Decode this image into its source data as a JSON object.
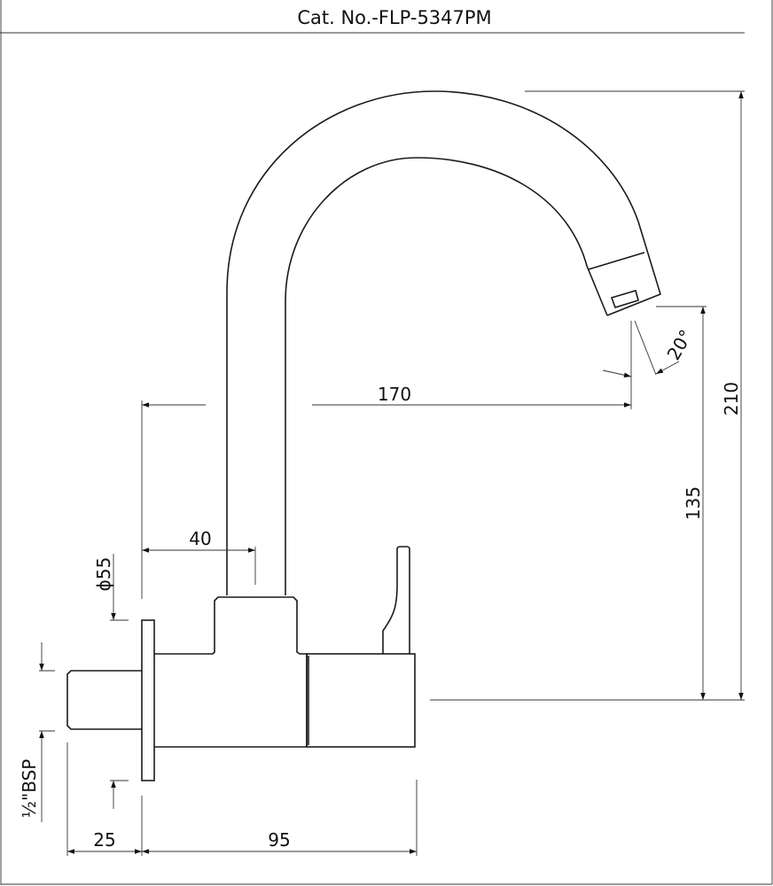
{
  "title": "Cat. No.-FLP-5347PM",
  "dimensions": {
    "height_total": "210",
    "height_outlet": "135",
    "reach": "170",
    "offset": "40",
    "flange_diameter": "ϕ55",
    "spout_angle": "20°",
    "inlet_thread": "½\"BSP",
    "inlet_length": "25",
    "body_length": "95"
  },
  "colors": {
    "line": "#1a1a1a",
    "background": "#ffffff"
  }
}
